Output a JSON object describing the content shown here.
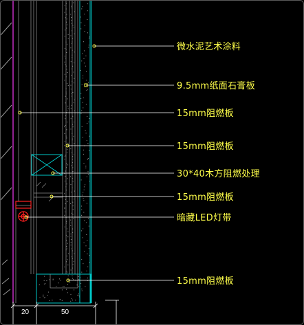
{
  "callouts": [
    {
      "text": "微水泥艺术涂料"
    },
    {
      "text": "9.5mm纸面石膏板"
    },
    {
      "text": "15mm阻燃板"
    },
    {
      "text": "15mm阻燃板"
    },
    {
      "text": "30*40木方阻燃处理"
    },
    {
      "text": "15mm阻燃板"
    },
    {
      "text": "暗藏LED灯带"
    },
    {
      "text": "15mm阻燃板"
    }
  ],
  "dimensions": [
    "20",
    "50"
  ],
  "colors": {
    "background": "#000000",
    "label": "#ffff4a",
    "leader": "#ffffff",
    "finish": "#00c8c8",
    "board": "#8a8a8a",
    "structure_wall": "#d030d0",
    "led": "#ff2020",
    "dimension": "#ffffff"
  },
  "icons": [
    "led-strip-icon",
    "timber-batten-cross-icon",
    "break-hatch-icon"
  ]
}
